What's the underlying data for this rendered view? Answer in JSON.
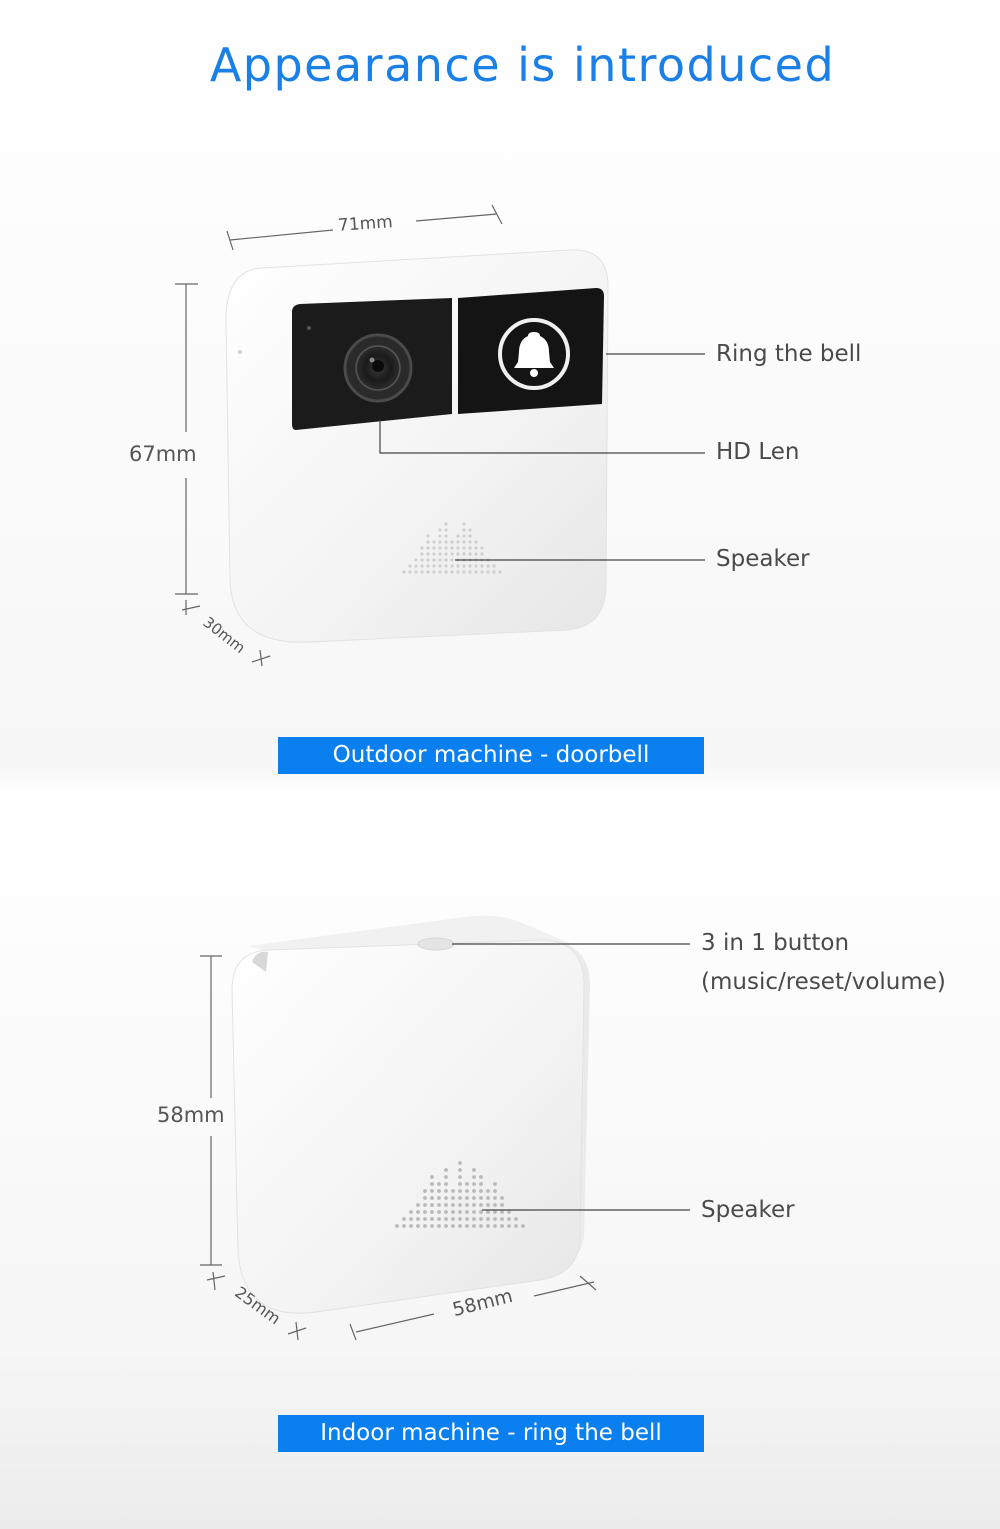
{
  "title": "Appearance is introduced",
  "colors": {
    "accent": "#1a7fe6",
    "banner": "#0a7ff0",
    "text": "#4a4a4a"
  },
  "outdoor": {
    "dims": {
      "width": "71mm",
      "height": "67mm",
      "depth": "30mm"
    },
    "callouts": {
      "bell": "Ring the bell",
      "lens": "HD Len",
      "speaker": "Speaker"
    },
    "caption": "Outdoor machine - doorbell"
  },
  "indoor": {
    "dims": {
      "width": "58mm",
      "height": "58mm",
      "depth": "25mm"
    },
    "callouts": {
      "button_line1": "3 in 1 button",
      "button_line2": "(music/reset/volume)",
      "speaker": "Speaker"
    },
    "caption": "Indoor machine - ring the bell"
  }
}
